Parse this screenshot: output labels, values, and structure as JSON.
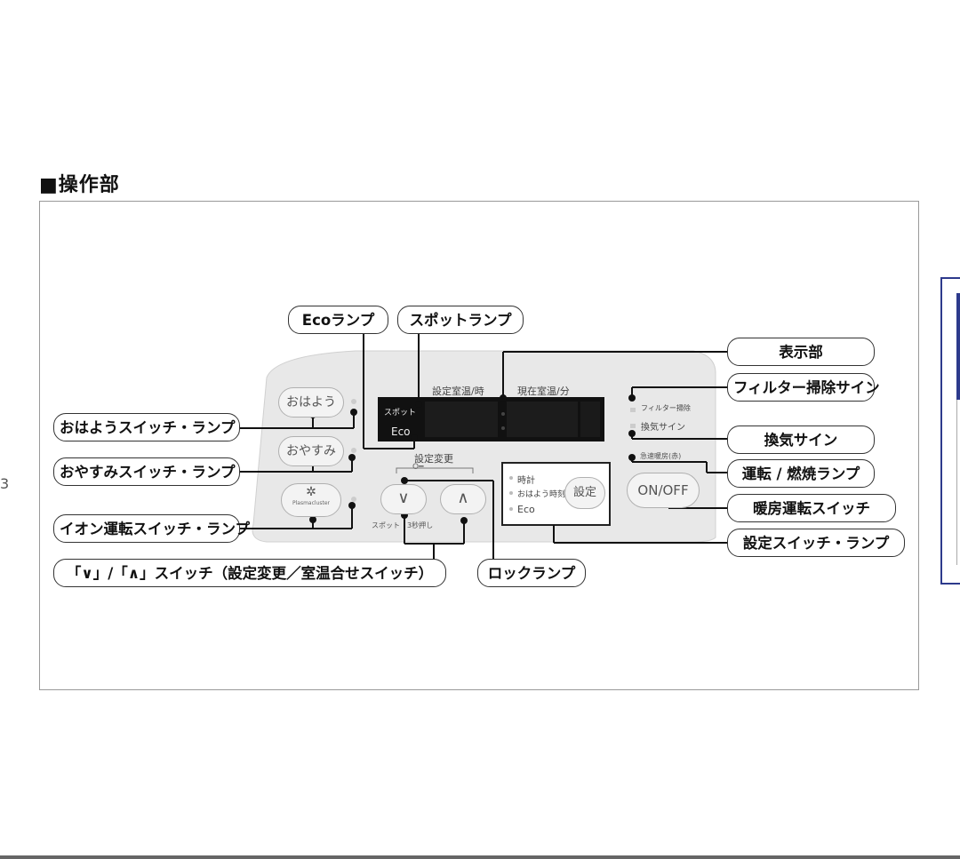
{
  "title": "■操作部",
  "display": {
    "label_set_temp": "設定室温/時",
    "label_current_temp": "現在室温/分",
    "spot": "スポット",
    "eco": "Eco"
  },
  "panel": {
    "ohayou_button": "おはよう",
    "oyasumi_button": "おやすみ",
    "ion_logo_text": "Plasmacluster",
    "setting_change_label": "設定変更",
    "down_symbol": "∨",
    "up_symbol": "∧",
    "spot_hint": "スポット",
    "hold_hint": "3秒押し",
    "set_clock": "時計",
    "set_ohayou_time": "おはよう時刻",
    "set_eco": "Eco",
    "set_button": "設定",
    "filter_clean_sign": "フィルター掃除",
    "ventilation_sign": "換気サイン",
    "rapid_heating": "急速暖房(赤)",
    "on_off_button": "ON/OFF"
  },
  "callouts": {
    "eco_lamp": "Ecoランプ",
    "spot_lamp": "スポットランプ",
    "display_section": "表示部",
    "filter_clean_sign": "フィルター掃除サイン",
    "ventilation_sign": "換気サイン",
    "run_burn_lamp": "運転 / 燃焼ランプ",
    "heating_switch": "暖房運転スイッチ",
    "setting_switch_lamp": "設定スイッチ・ランプ",
    "lock_lamp": "ロックランプ",
    "updown_switch": "「∨」/「∧」スイッチ（設定変更／室温合せスイッチ）",
    "ohayou_switch_lamp": "おはようスイッチ・ランプ",
    "oyasumi_switch_lamp": "おやすみスイッチ・ランプ",
    "ion_switch_lamp": "イオン運転スイッチ・ランプ"
  },
  "colors": {
    "frame_border": "#999999",
    "accent_blue": "#2d3a8c",
    "display_bg": "#111111",
    "panel_bg": "#e8e8e8"
  }
}
